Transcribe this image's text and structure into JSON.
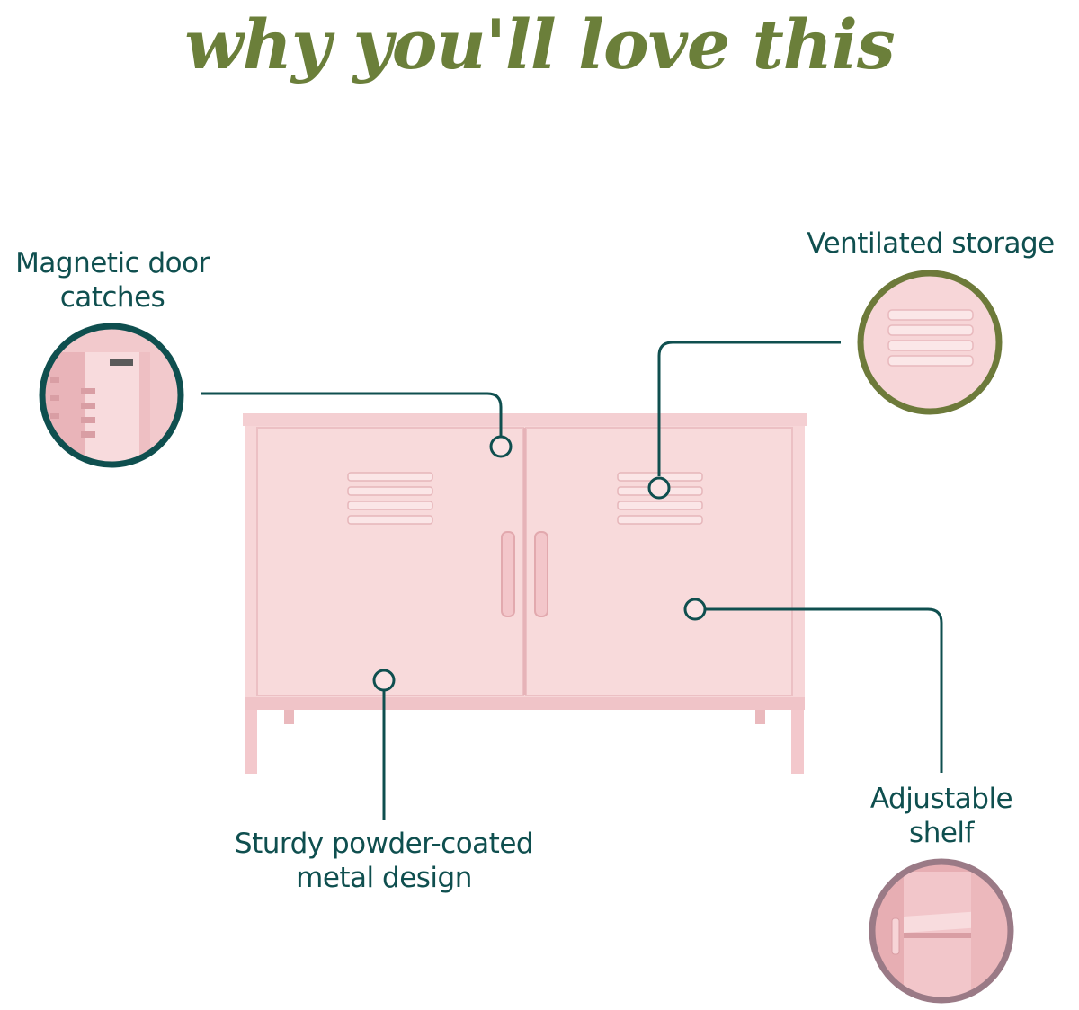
{
  "headline": "why you'll love this",
  "callouts": {
    "magnetic": {
      "line1": "Magnetic door",
      "line2": "catches",
      "icon": "magnetic-catch-closeup"
    },
    "ventilated": {
      "line1": "Ventilated storage",
      "icon": "vent-closeup"
    },
    "sturdy": {
      "line1": "Sturdy powder-coated",
      "line2": "metal design"
    },
    "shelf": {
      "line1": "Adjustable",
      "line2": "shelf",
      "icon": "shelf-closeup"
    }
  },
  "colors": {
    "headline": "#6b7f3a",
    "label": "#0f4f4f",
    "leader": "#0f4f4f",
    "cabinet": "#f6d3d5",
    "cabinet_shade": "#eab9bd",
    "ring_teal": "#0f4f4f",
    "ring_olive": "#6d7a3a",
    "ring_mauve": "#9a7a86"
  }
}
